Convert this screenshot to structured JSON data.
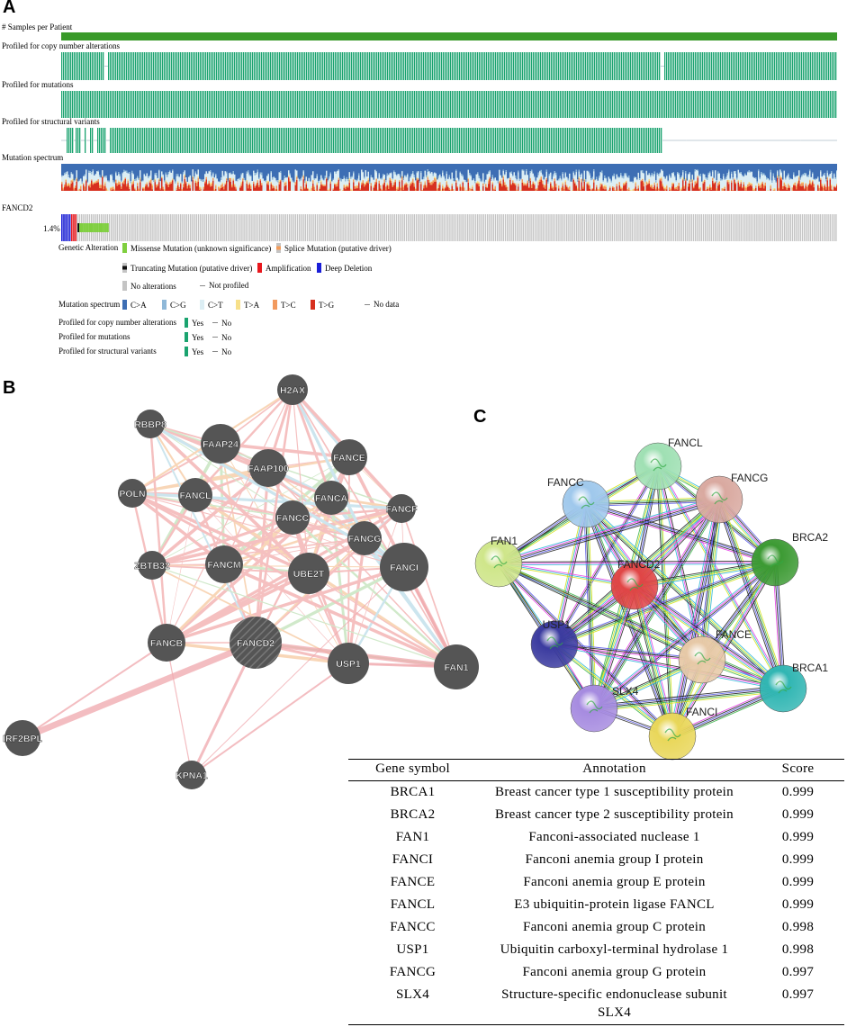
{
  "panelA": {
    "label": "A",
    "tracks": {
      "samples": "# Samples per Patient",
      "cna": "Profiled for copy number alterations",
      "mutations": "Profiled for mutations",
      "sv": "Profiled for structural variants",
      "spectrum": "Mutation spectrum",
      "gene": "FANCD2",
      "gene_pct": "1.4%"
    },
    "legend": {
      "genetic_alteration": "Genetic Alteration",
      "missense": "Missense Mutation (unknown significance)",
      "splice": "Splice Mutation (putative driver)",
      "truncating": "Truncating Mutation (putative driver)",
      "amplification": "Amplification",
      "deep_deletion": "Deep Deletion",
      "no_alterations": "No alterations",
      "not_profiled": "Not profiled",
      "mutation_spectrum": "Mutation spectrum",
      "spectrum_items": [
        "C>A",
        "C>G",
        "C>T",
        "T>A",
        "T>C",
        "T>G"
      ],
      "spectrum_colors": [
        "#3d6eb4",
        "#8fb8d8",
        "#dceef4",
        "#f7e08a",
        "#f29a5e",
        "#d7301f"
      ],
      "no_data": "No data",
      "profiled_rows": [
        "Profiled for copy number alterations",
        "Profiled for mutations",
        "Profiled for structural variants"
      ],
      "yes": "Yes",
      "no": "No"
    },
    "colors": {
      "profiled": "#1aa36f",
      "samples": "#3a9a2a",
      "missense": "#7fcf3f",
      "amplification": "#e8171d",
      "deep_deletion": "#1a1ed8",
      "no_alteration": "#c4c4c4"
    }
  },
  "panelB": {
    "label": "B",
    "nodes": [
      "H2AX",
      "RBBP8",
      "FAAP24",
      "FANCE",
      "FAAP100",
      "POLN",
      "FANCL",
      "FANCA",
      "FANCF",
      "FANCC",
      "FANCG",
      "ZBTB32",
      "FANCM",
      "UBE2T",
      "FANCI",
      "FANCB",
      "FANCD2",
      "USP1",
      "FAN1",
      "IRF2BPL",
      "KPNA1"
    ]
  },
  "panelC": {
    "label": "C",
    "nodes": [
      "FANCL",
      "FANCC",
      "FANCG",
      "FAN1",
      "BRCA2",
      "FANCD2",
      "USP1",
      "FANCE",
      "BRCA1",
      "SLX4",
      "FANCI"
    ]
  },
  "table": {
    "headers": [
      "Gene symbol",
      "Annotation",
      "Score"
    ],
    "rows": [
      {
        "gene": "BRCA1",
        "annotation": "Breast cancer type 1 susceptibility protein",
        "score": "0.999"
      },
      {
        "gene": "BRCA2",
        "annotation": "Breast cancer type 2 susceptibility protein",
        "score": "0.999"
      },
      {
        "gene": "FAN1",
        "annotation": "Fanconi-associated nuclease 1",
        "score": "0.999"
      },
      {
        "gene": "FANCI",
        "annotation": "Fanconi anemia group I protein",
        "score": "0.999"
      },
      {
        "gene": "FANCE",
        "annotation": "Fanconi anemia group E protein",
        "score": "0.999"
      },
      {
        "gene": "FANCL",
        "annotation": "E3 ubiquitin-protein ligase FANCL",
        "score": "0.999"
      },
      {
        "gene": "FANCC",
        "annotation": "Fanconi anemia group C protein",
        "score": "0.998"
      },
      {
        "gene": "USP1",
        "annotation": "Ubiquitin carboxyl-terminal hydrolase 1",
        "score": "0.998"
      },
      {
        "gene": "FANCG",
        "annotation": "Fanconi anemia group G protein",
        "score": "0.997"
      },
      {
        "gene": "SLX4",
        "annotation": "Structure-specific endonuclease subunit SLX4",
        "score": "0.997"
      }
    ]
  }
}
